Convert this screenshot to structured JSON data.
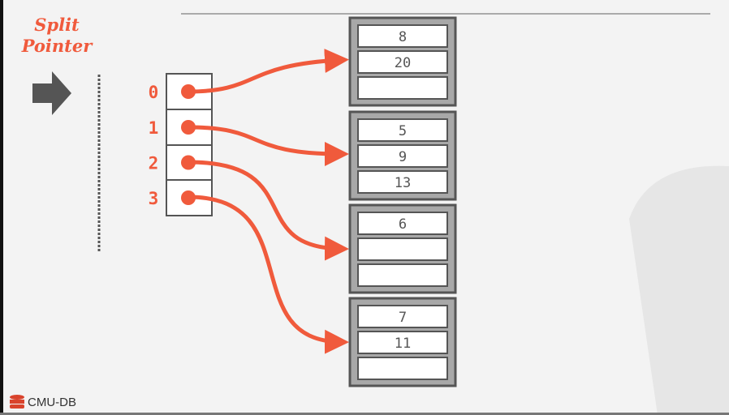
{
  "title": {
    "line1": "Split",
    "line2": "Pointer"
  },
  "directory": {
    "indices": [
      "0",
      "1",
      "2",
      "3"
    ]
  },
  "buckets": [
    {
      "slots": [
        "8",
        "20",
        ""
      ]
    },
    {
      "slots": [
        "5",
        "9",
        "13"
      ]
    },
    {
      "slots": [
        "6",
        "",
        ""
      ]
    },
    {
      "slots": [
        "7",
        "11",
        ""
      ]
    }
  ],
  "footer": {
    "logo_text": "CMU-DB"
  },
  "colors": {
    "accent": "#f05a3c",
    "box_border": "#555555",
    "bucket_fill": "#a8a8a8"
  }
}
